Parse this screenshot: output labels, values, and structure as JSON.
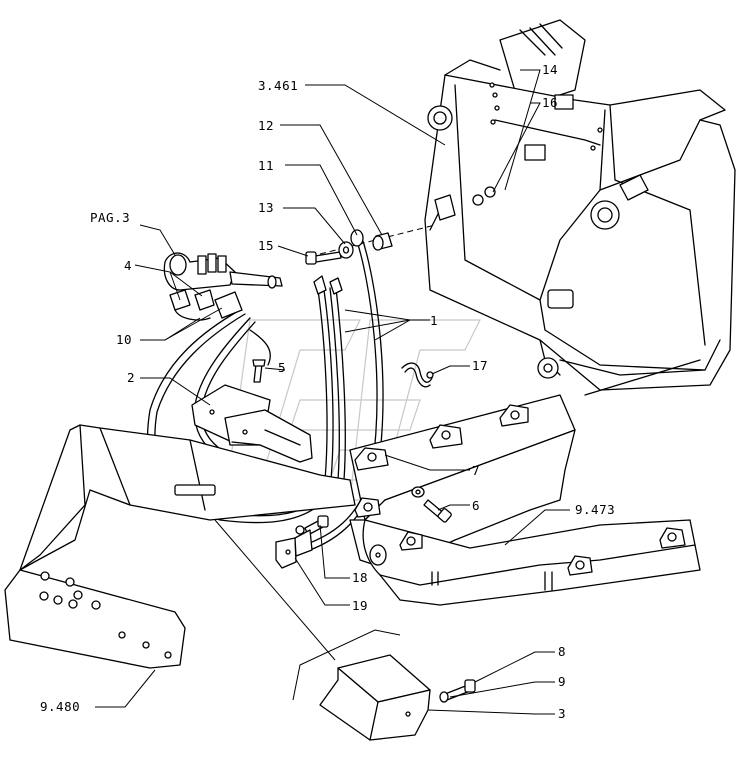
{
  "callouts": {
    "ref_3461": "3.461",
    "c14": "14",
    "c16": "16",
    "c12": "12",
    "c11": "11",
    "c13": "13",
    "c15": "15",
    "pag3": "PAG.3",
    "c4": "4",
    "c10": "10",
    "c1": "1",
    "c2": "2",
    "c5": "5",
    "c17": "17",
    "c7": "7",
    "c6": "6",
    "ref_9473": "9.473",
    "c18": "18",
    "c19": "19",
    "c8": "8",
    "c9": "9",
    "c3": "3",
    "ref_9480": "9.480"
  },
  "icons": {
    "watermark": "brand-watermark-logo"
  }
}
